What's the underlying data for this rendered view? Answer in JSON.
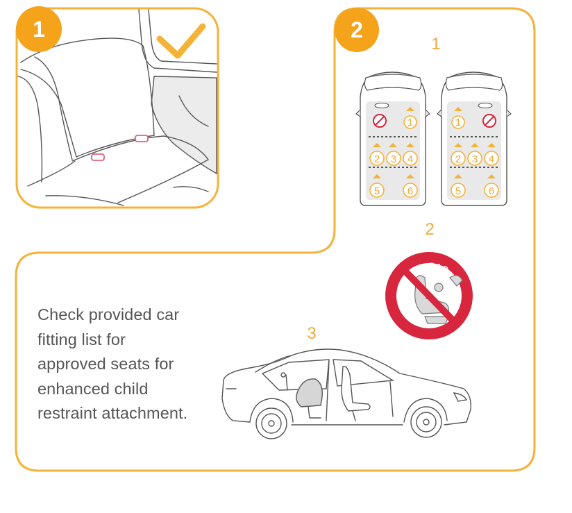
{
  "badges": {
    "step1": "1",
    "step2": "2"
  },
  "sub_labels": {
    "fit_diagrams": "1",
    "airbag": "2",
    "car_side": "3"
  },
  "seat_positions": [
    "1",
    "2",
    "3",
    "4",
    "5",
    "6"
  ],
  "airbag_sign": {
    "text": "AIRBAG",
    "icon": "no-child-seat-with-airbag-icon"
  },
  "check_icon": "checkmark-icon",
  "instruction_lines": [
    "Check provided car",
    "fitting list for",
    "approved seats for",
    "enhanced child",
    "restraint attachment."
  ],
  "colors": {
    "accent": "#f4b237",
    "badge": "#f5a31a",
    "label": "#f0a93a",
    "prohibit": "#d7263d",
    "line": "#555555"
  }
}
